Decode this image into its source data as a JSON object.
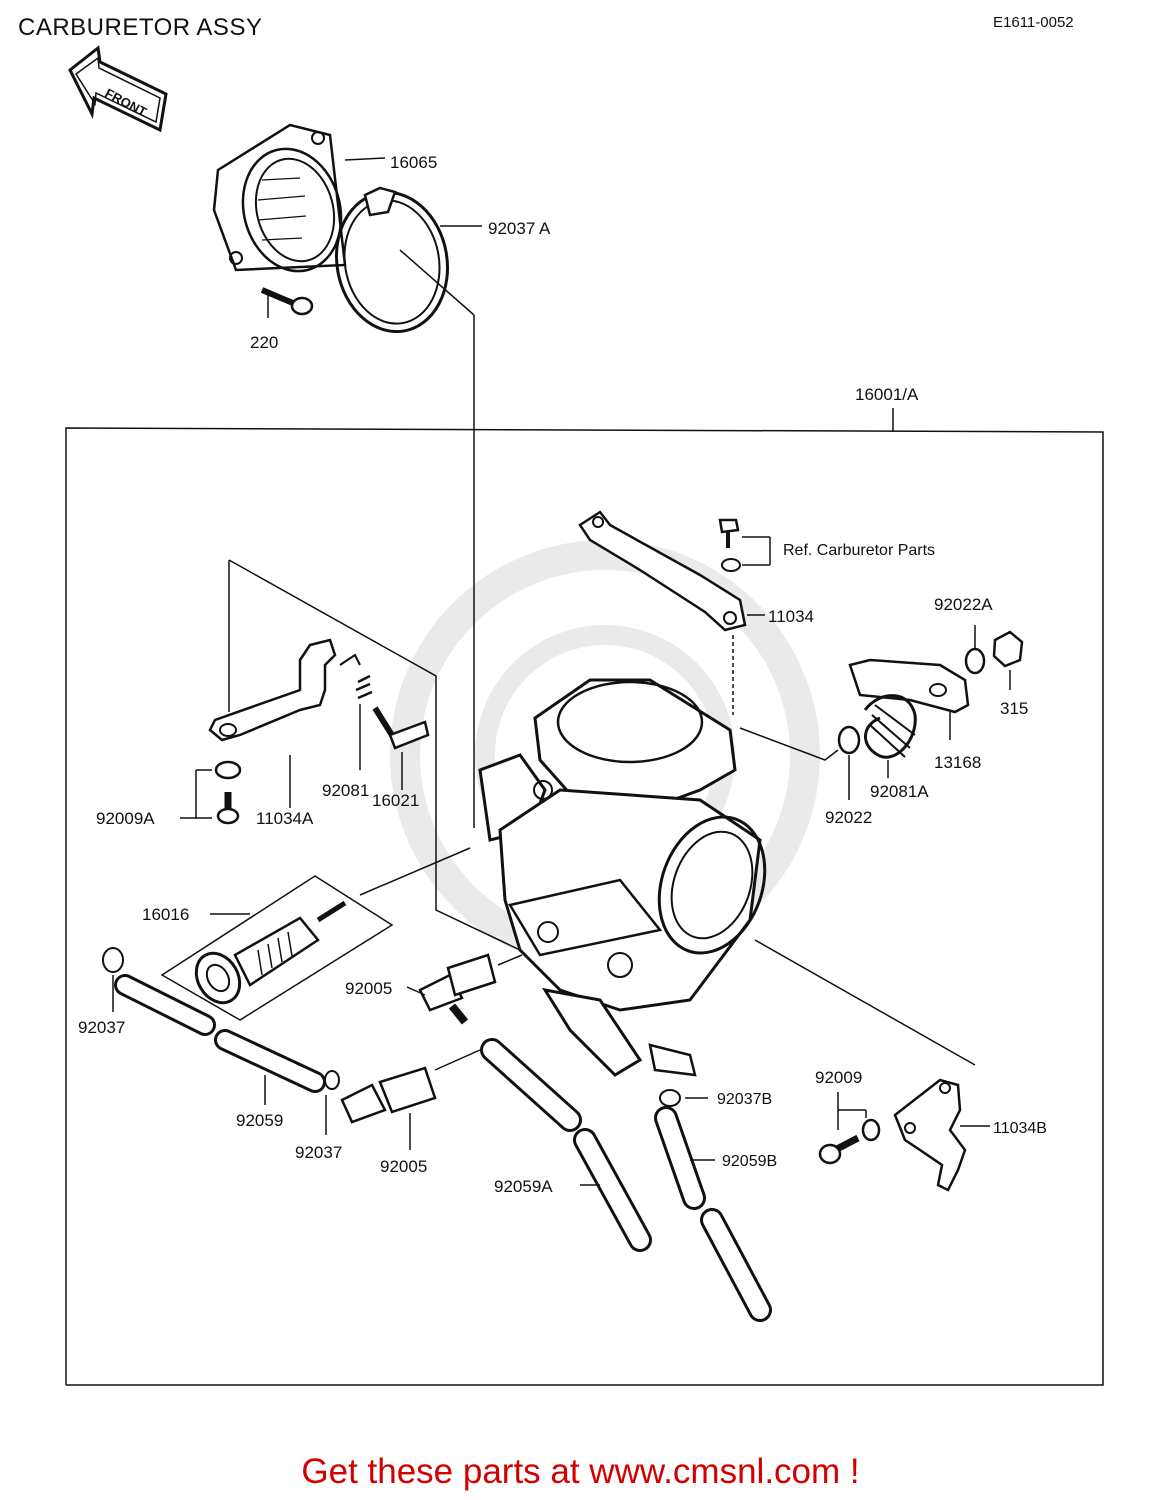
{
  "header": {
    "title": "CARBURETOR ASSY",
    "code": "E1611-0052"
  },
  "front_badge": "FRONT",
  "parts": {
    "p16065": "16065",
    "p92037A": "92037 A",
    "p220": "220",
    "p16001A": "16001/A",
    "ref_carb": "Ref.  Carburetor Parts",
    "p11034": "11034",
    "p92022A": "92022A",
    "p315": "315",
    "p13168": "13168",
    "p92081A": "92081A",
    "p92022": "92022",
    "p92081": "92081",
    "p16021": "16021",
    "p92009A": "92009A",
    "p11034A": "11034A",
    "p16016": "16016",
    "p92037_left": "92037",
    "p92005_top": "92005",
    "p92059": "92059",
    "p92037_mid": "92037",
    "p92005_bottom": "92005",
    "p92059A": "92059A",
    "p92037B": "92037B",
    "p92059B": "92059B",
    "p92009": "92009",
    "p11034B": "11034B"
  },
  "promo": "Get these parts at www.cmsnl.com !"
}
